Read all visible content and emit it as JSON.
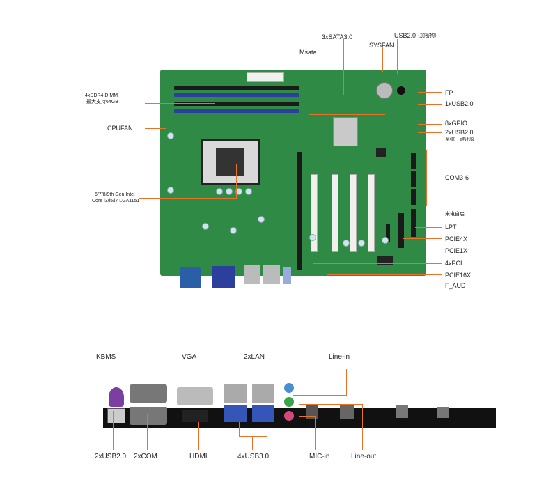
{
  "top_labels": {
    "sata": "3xSATA3.0",
    "usb20_main": "USB2.0",
    "usb20_note": "（加密狗）",
    "sysfan": "SYSFAN",
    "msata": "Msata",
    "dimm_line1": "4xDDR4 DIMM",
    "dimm_line2": "最大支持64GB",
    "cpufan": "CPUFAN",
    "cpu_line1": "6/7/8/9th Gen Intel",
    "cpu_line2": "Core i3/i5/i7  LGA1151",
    "fp": "FP",
    "usb20_1x": "1xUSB2.0",
    "gpio": "8xGPIO",
    "usb20_2x": "2xUSB2.0",
    "restore": "系统一键还原",
    "com36": "COM3-6",
    "poweron": "来电自启",
    "lpt": "LPT",
    "pcie4x": "PCIE4X",
    "pcie1x": "PCIE1X",
    "pci4x": "4xPCI",
    "pcie16x": "PCIE16X",
    "faud": "F_AUD"
  },
  "bottom_labels": {
    "kbms": "KBMS",
    "vga": "VGA",
    "lan": "2xLAN",
    "linein": "Line-in",
    "usb20": "2xUSB2.0",
    "com": "2xCOM",
    "hdmi": "HDMI",
    "usb30": "4xUSB3.0",
    "micin": "MIC-in",
    "lineout": "Line-out"
  },
  "colors": {
    "pcb": "#2f8a45",
    "leader": "#e8722a",
    "dimm_blue": "#2b3f9e",
    "dimm_black": "#1a1a1a"
  }
}
